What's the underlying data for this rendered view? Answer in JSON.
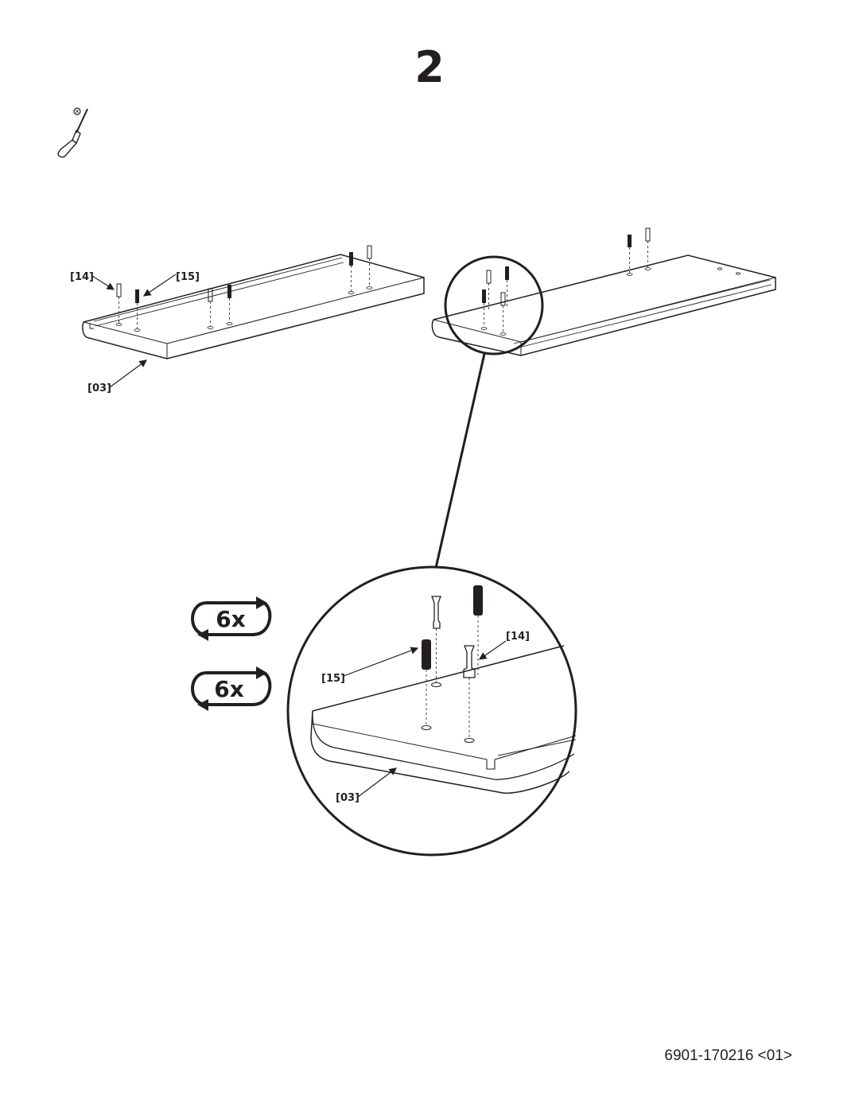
{
  "step": {
    "number": "2"
  },
  "tool": {
    "icon": "screwdriver-icon"
  },
  "part_labels": {
    "cam_lock_bolt": "[14]",
    "wooden_dowel": "[15]",
    "shelf_panel": "[03]"
  },
  "quantities": {
    "cam_lock_bolt": "6x",
    "wooden_dowel": "6x"
  },
  "document": {
    "code": "6901-170216 <01>"
  }
}
